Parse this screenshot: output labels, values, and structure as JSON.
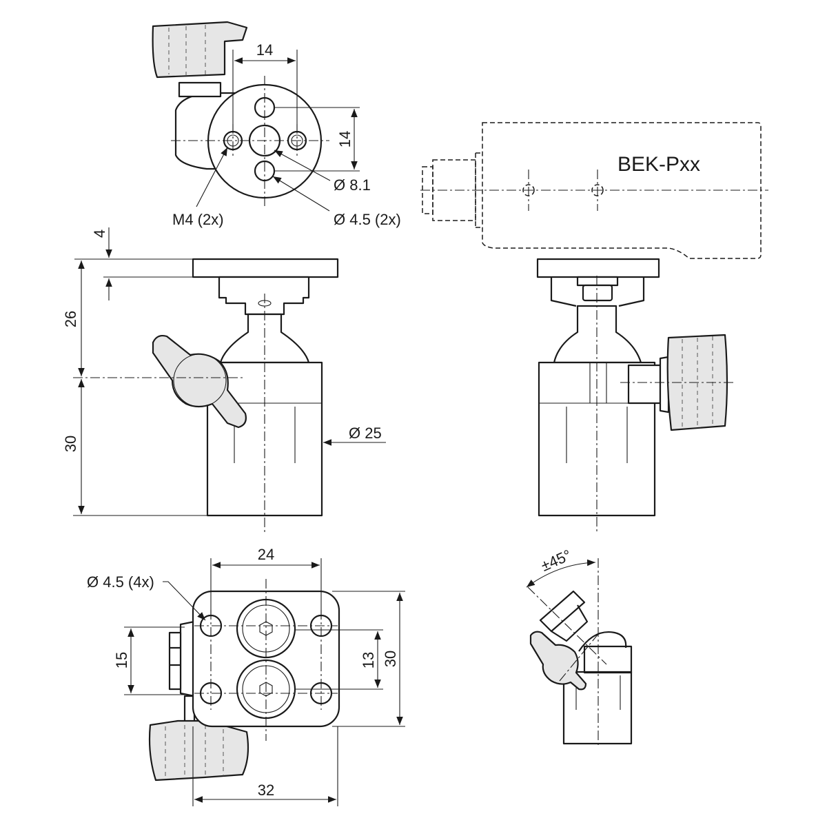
{
  "labels": {
    "dim_top_14_h": "14",
    "dim_top_14_v": "14",
    "dia_8_1": "Ø 8.1",
    "m4_2x": "M4 (2x)",
    "dia_4_5_2x": "Ø 4.5 (2x)",
    "model_name": "BEK-Pxx",
    "dim_4": "4",
    "dim_26": "26",
    "dim_30_side": "30",
    "dia_25": "Ø 25",
    "dim_24": "24",
    "dia_4_5_4x": "Ø 4.5 (4x)",
    "dim_15": "15",
    "dim_13": "13",
    "dim_30_bottom": "30",
    "dim_32": "32",
    "angle_45": "±45°"
  },
  "colors": {
    "line": "#1a1a1a",
    "knob_fill": "#e6e6e6",
    "background": "#ffffff"
  }
}
